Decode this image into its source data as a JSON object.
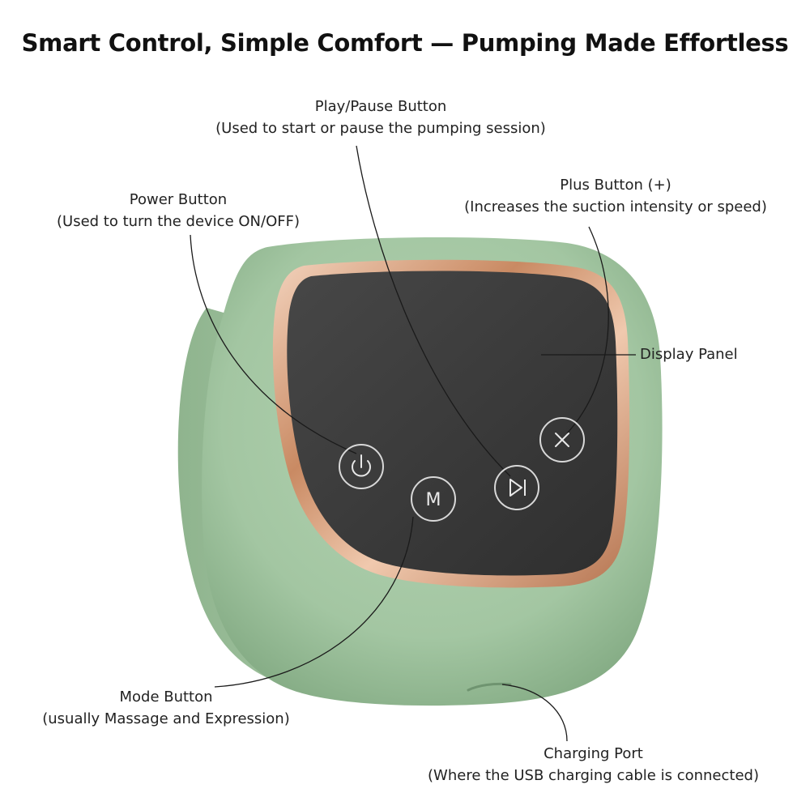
{
  "title": "Smart Control, Simple Comfort — Pumping Made Effortless",
  "labels": {
    "play_pause": {
      "name": "Play/Pause Button",
      "desc": "(Used to start or pause the pumping session)"
    },
    "power": {
      "name": "Power Button",
      "desc": "(Used to turn the device ON/OFF)"
    },
    "plus": {
      "name": "Plus Button (+)",
      "desc": "(Increases the suction intensity or speed)"
    },
    "display": {
      "name": "Display Panel"
    },
    "mode": {
      "name": "Mode Button",
      "desc": "(usually Massage and Expression)"
    },
    "charging": {
      "name": "Charging Port",
      "desc": "(Where the USB charging cable is connected)"
    }
  },
  "device": {
    "mode_button_text": "M",
    "icons": [
      "power-icon",
      "mode-icon",
      "play-pause-icon",
      "plus-icon"
    ],
    "colors": {
      "body": "#a7c9a6",
      "body_shadow": "#8fb48e",
      "bezel": "#d9a27f",
      "panel": "#3a3a3a",
      "button_ring": "#d8d8d8"
    }
  }
}
